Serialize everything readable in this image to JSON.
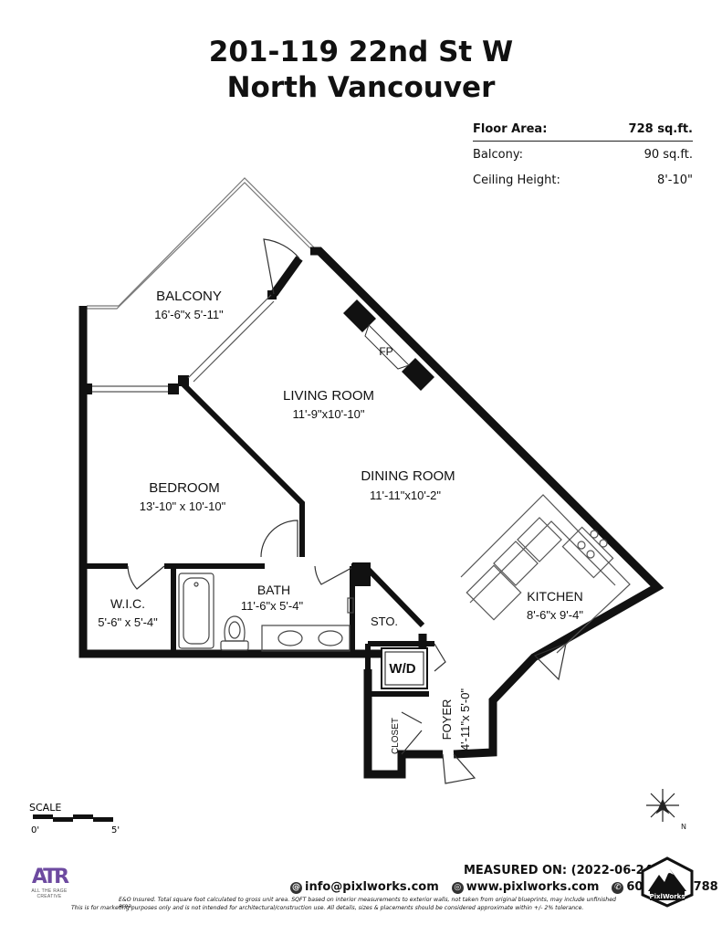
{
  "header": {
    "line1": "201-119 22nd St W",
    "line2": "North Vancouver"
  },
  "areas": {
    "floor_area_label": "Floor Area:",
    "floor_area_value": "728 sq.ft.",
    "balcony_label": "Balcony:",
    "balcony_value": "90 sq.ft.",
    "ceiling_label": "Ceiling Height:",
    "ceiling_value": "8'-10\""
  },
  "rooms": {
    "balcony_name": "BALCONY",
    "balcony_dims": "16'-6\"x 5'-11\"",
    "living_name": "LIVING ROOM",
    "living_dims": "11'-9\"x10'-10\"",
    "fireplace": "FP",
    "dining_name": "DINING ROOM",
    "dining_dims": "11'-11\"x10'-2\"",
    "bedroom_name": "BEDROOM",
    "bedroom_dims": "13'-10\" x 10'-10\"",
    "kitchen_name": "KITCHEN",
    "kitchen_dims": "8'-6\"x 9'-4\"",
    "wic_name": "W.I.C.",
    "wic_dims": "5'-6\" x 5'-4\"",
    "bath_name": "BATH",
    "bath_dims": "11'-6\"x 5'-4\"",
    "storage": "STO.",
    "washer_dryer": "W/D",
    "closet": "CLOSET",
    "foyer_name": "FOYER",
    "foyer_dims": "4'-11\"x 5'-0\""
  },
  "scale": {
    "label": "SCALE",
    "start": "0'",
    "end": "5'"
  },
  "compass": {
    "north": "N"
  },
  "footer": {
    "measured": "MEASURED ON: (2022-06-24)",
    "email": "info@pixlworks.com",
    "website": "www.pixlworks.com",
    "phone": "604.329.5788",
    "disclaimer1": "E&O Insured.  Total square foot calculated to gross unit area. SQFT based on interior measurements to exterior walls, not taken from original blueprints, may include unfinished area.",
    "disclaimer2": "This is for marketing purposes only and is not intended for architectural/construction use.  All details, sizes & placements should be considered approximate within +/- 2% tolerance.",
    "atr_mark": "ATR",
    "atr_text": "ALL THE RAGE CREATIVE",
    "pw_text": "PixlWorks"
  }
}
